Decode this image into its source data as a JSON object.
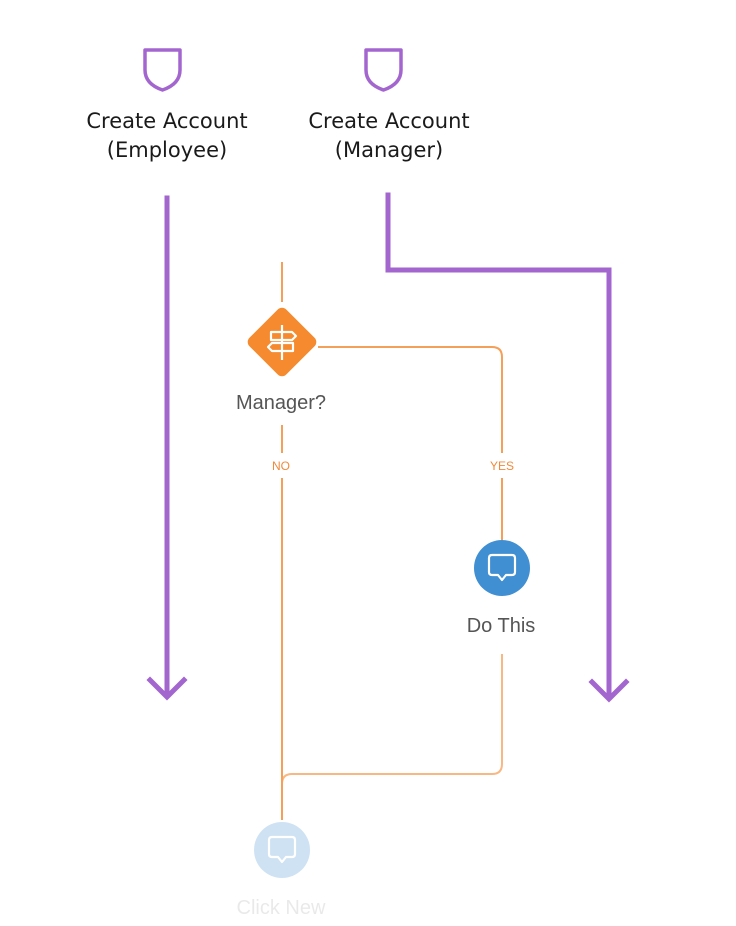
{
  "personas": [
    {
      "label_line1": "Create Account",
      "label_line2": "(Employee)",
      "icon": "shield-icon"
    },
    {
      "label_line1": "Create Account",
      "label_line2": "(Manager)",
      "icon": "shield-icon"
    }
  ],
  "decision": {
    "label": "Manager?",
    "icon": "signpost-icon"
  },
  "branches": {
    "no": "NO",
    "yes": "YES"
  },
  "steps": [
    {
      "label": "Do This",
      "icon": "message-icon"
    },
    {
      "label": "Click New",
      "icon": "message-icon"
    }
  ],
  "colors": {
    "persona_path": "#a366cf",
    "flow_line": "#f5a05a",
    "decision_fill": "#f58a2e",
    "step_fill": "#3f8fd2",
    "text_dark": "#1a1a1a",
    "text_gray": "#555555"
  }
}
